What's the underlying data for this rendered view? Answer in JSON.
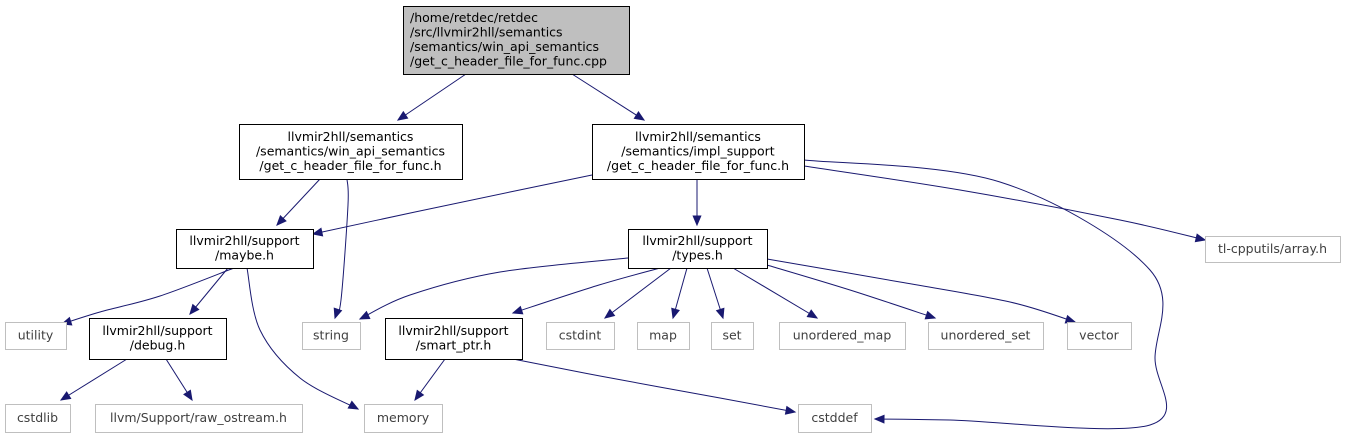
{
  "graph": {
    "nodes": {
      "root": {
        "kind": "root",
        "lines": [
          "/home/retdec/retdec",
          "/src/llvmir2hll/semantics",
          "/semantics/win_api_semantics",
          "/get_c_header_file_for_func.cpp"
        ]
      },
      "win_api_h": {
        "kind": "internal",
        "lines": [
          "llvmir2hll/semantics",
          "/semantics/win_api_semantics",
          "/get_c_header_file_for_func.h"
        ]
      },
      "impl_support_h": {
        "kind": "internal",
        "lines": [
          "llvmir2hll/semantics",
          "/semantics/impl_support",
          "/get_c_header_file_for_func.h"
        ]
      },
      "maybe_h": {
        "kind": "internal",
        "lines": [
          "llvmir2hll/support",
          "/maybe.h"
        ]
      },
      "types_h": {
        "kind": "internal",
        "lines": [
          "llvmir2hll/support",
          "/types.h"
        ]
      },
      "array_h": {
        "kind": "external",
        "lines": [
          "tl-cpputils/array.h"
        ]
      },
      "utility": {
        "kind": "external",
        "lines": [
          "utility"
        ]
      },
      "debug_h": {
        "kind": "internal",
        "lines": [
          "llvmir2hll/support",
          "/debug.h"
        ]
      },
      "string": {
        "kind": "external",
        "lines": [
          "string"
        ]
      },
      "smart_ptr_h": {
        "kind": "internal",
        "lines": [
          "llvmir2hll/support",
          "/smart_ptr.h"
        ]
      },
      "cstdint": {
        "kind": "external",
        "lines": [
          "cstdint"
        ]
      },
      "map": {
        "kind": "external",
        "lines": [
          "map"
        ]
      },
      "set": {
        "kind": "external",
        "lines": [
          "set"
        ]
      },
      "unordered_map": {
        "kind": "external",
        "lines": [
          "unordered_map"
        ]
      },
      "unordered_set": {
        "kind": "external",
        "lines": [
          "unordered_set"
        ]
      },
      "vector": {
        "kind": "external",
        "lines": [
          "vector"
        ]
      },
      "cstdlib": {
        "kind": "external",
        "lines": [
          "cstdlib"
        ]
      },
      "raw_ostream_h": {
        "kind": "external",
        "lines": [
          "llvm/Support/raw_ostream.h"
        ]
      },
      "memory": {
        "kind": "external",
        "lines": [
          "memory"
        ]
      },
      "cstddef": {
        "kind": "external",
        "lines": [
          "cstddef"
        ]
      }
    },
    "edges": [
      [
        "root",
        "win_api_h"
      ],
      [
        "root",
        "impl_support_h"
      ],
      [
        "win_api_h",
        "maybe_h"
      ],
      [
        "win_api_h",
        "string"
      ],
      [
        "impl_support_h",
        "maybe_h"
      ],
      [
        "impl_support_h",
        "types_h"
      ],
      [
        "impl_support_h",
        "array_h"
      ],
      [
        "impl_support_h",
        "cstddef"
      ],
      [
        "maybe_h",
        "utility"
      ],
      [
        "maybe_h",
        "debug_h"
      ],
      [
        "maybe_h",
        "memory"
      ],
      [
        "types_h",
        "string"
      ],
      [
        "types_h",
        "smart_ptr_h"
      ],
      [
        "types_h",
        "cstdint"
      ],
      [
        "types_h",
        "map"
      ],
      [
        "types_h",
        "set"
      ],
      [
        "types_h",
        "unordered_map"
      ],
      [
        "types_h",
        "unordered_set"
      ],
      [
        "types_h",
        "vector"
      ],
      [
        "debug_h",
        "cstdlib"
      ],
      [
        "debug_h",
        "raw_ostream_h"
      ],
      [
        "smart_ptr_h",
        "memory"
      ],
      [
        "smart_ptr_h",
        "cstddef"
      ]
    ]
  }
}
